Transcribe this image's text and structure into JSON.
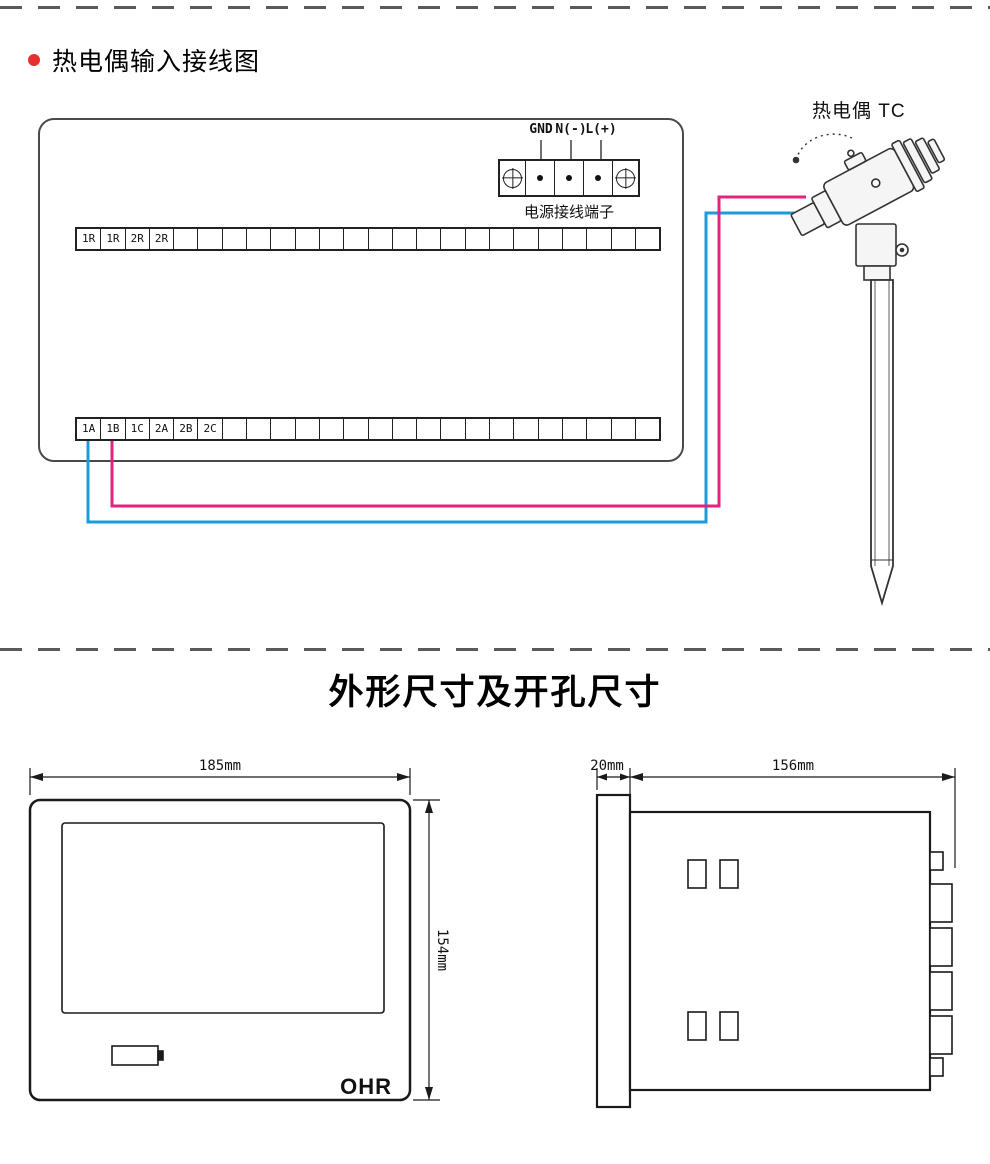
{
  "section1": {
    "title": "热电偶输入接线图",
    "power_terminal": {
      "label_gnd": "GND",
      "label_n": "N(-)",
      "label_l": "L(+)",
      "caption": "电源接线端子"
    },
    "strips": {
      "top": {
        "labels": [
          "1R",
          "1R",
          "2R",
          "2R"
        ],
        "total_cells": 24
      },
      "bottom": {
        "labels": [
          "1A",
          "1B",
          "1C",
          "2A",
          "2B",
          "2C"
        ],
        "total_cells": 24
      }
    },
    "thermocouple_label": "热电偶 TC",
    "colors": {
      "wire_blue": "#1d9bd8",
      "wire_pink": "#e2247f",
      "bullet": "#e53030"
    }
  },
  "section2": {
    "title": "外形尺寸及开孔尺寸",
    "front_view": {
      "width": "185mm",
      "height": "154mm",
      "logo": "OHR"
    },
    "side_view": {
      "flange": "20mm",
      "depth": "156mm"
    }
  }
}
